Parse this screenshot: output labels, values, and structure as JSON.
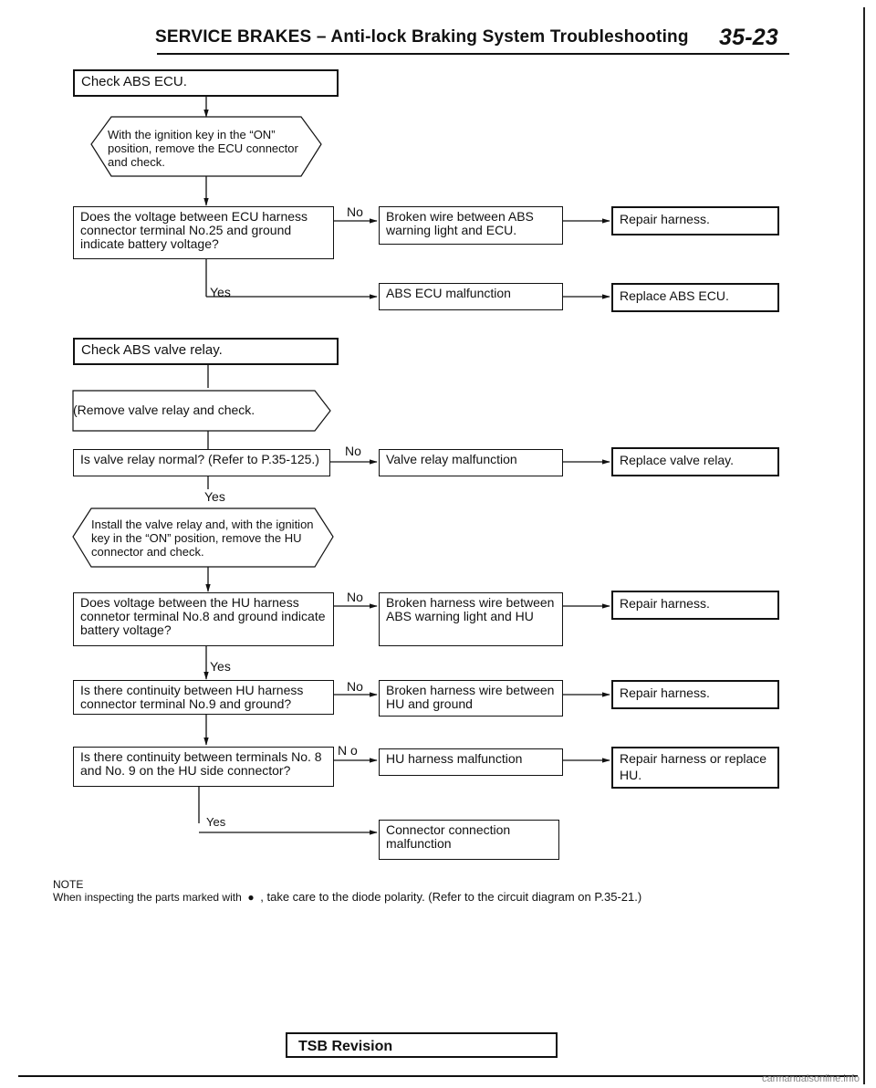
{
  "header": {
    "title": "SERVICE BRAKES – Anti-lock Braking System Troubleshooting",
    "page_number": "35-23"
  },
  "flow": {
    "check_ecu": "Check ABS ECU.",
    "ecu_instruction": "With the ignition key in the “ON” position, remove the ECU connector and check.",
    "q_ecu_voltage": "Does the voltage between ECU harness connector terminal No.25 and ground indicate battery voltage?",
    "r_broken_abs_ecu": "Broken wire between ABS warning light and ECU.",
    "a_repair_harness_1": "Repair harness.",
    "r_abs_ecu_malfunction": "ABS ECU malfunction",
    "a_replace_abs_ecu": "Replace ABS ECU.",
    "check_valve_relay": "Check ABS valve relay.",
    "valve_instruction": "(Remove valve relay and check.",
    "q_valve_normal": "Is valve relay normal? (Refer to P.35-125.)",
    "r_valve_malfunction": "Valve relay malfunction",
    "a_replace_valve": "Replace valve relay.",
    "hu_instruction": "Install the valve relay and, with the ignition key in the “ON” position, remove the HU connector and check.",
    "q_hu_voltage": "Does voltage between the HU harness connetor terminal No.8 and ground indicate battery voltage?",
    "r_broken_abs_hu": "Broken harness wire between ABS warning light and HU",
    "a_repair_harness_2": "Repair harness.",
    "q_hu_continuity": "Is there continuity between HU harness connector terminal No.9 and ground?",
    "r_broken_hu_ground": "Broken harness wire between HU and ground",
    "a_repair_harness_3": "Repair harness.",
    "q_terminals": "Is there continuity between terminals No. 8 and No. 9 on the HU side connector?",
    "r_hu_malfunction": "HU harness malfunction",
    "a_repair_or_replace": "Repair harness or replace HU.",
    "r_connector": "Connector connection malfunction"
  },
  "labels": {
    "no": "No",
    "no_spaced": "N o",
    "yes": "Yes"
  },
  "note": {
    "heading": "NOTE",
    "text_before": "When inspecting the parts marked with",
    "bullet": "●",
    "text_after": ", take care to the diode polarity. (Refer to the circuit diagram on P.35-21.)"
  },
  "footer": {
    "tsb": "TSB Revision",
    "watermark": "carmanualsonline.info"
  }
}
